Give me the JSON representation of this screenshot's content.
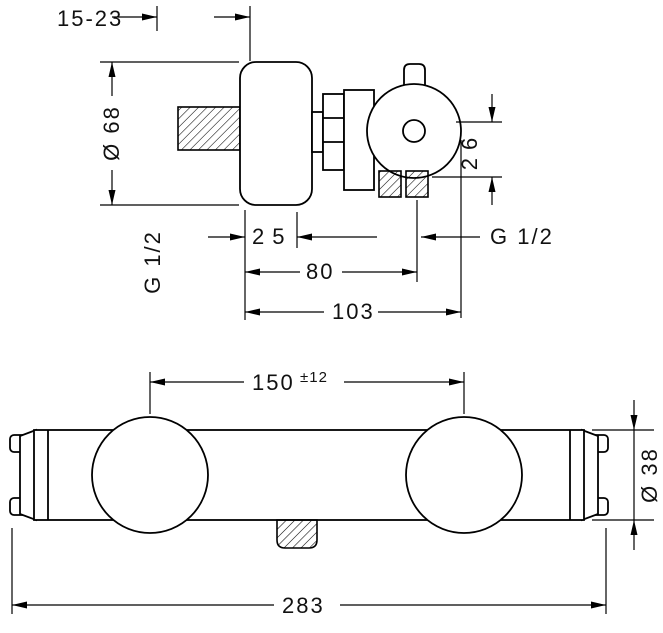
{
  "side_view": {
    "wall_distance": "15-23",
    "escutcheon_diameter": "Ø 68",
    "inlet_thread": "G 1/2",
    "escutcheon_depth": "25",
    "depth_to_outlet": "80",
    "total_depth": "103",
    "outlet_offset": "26",
    "outlet_thread": "G 1/2"
  },
  "front_view": {
    "connection_distance": "150",
    "connection_tolerance": "±12",
    "bar_diameter": "Ø 38",
    "overall_width": "283"
  }
}
